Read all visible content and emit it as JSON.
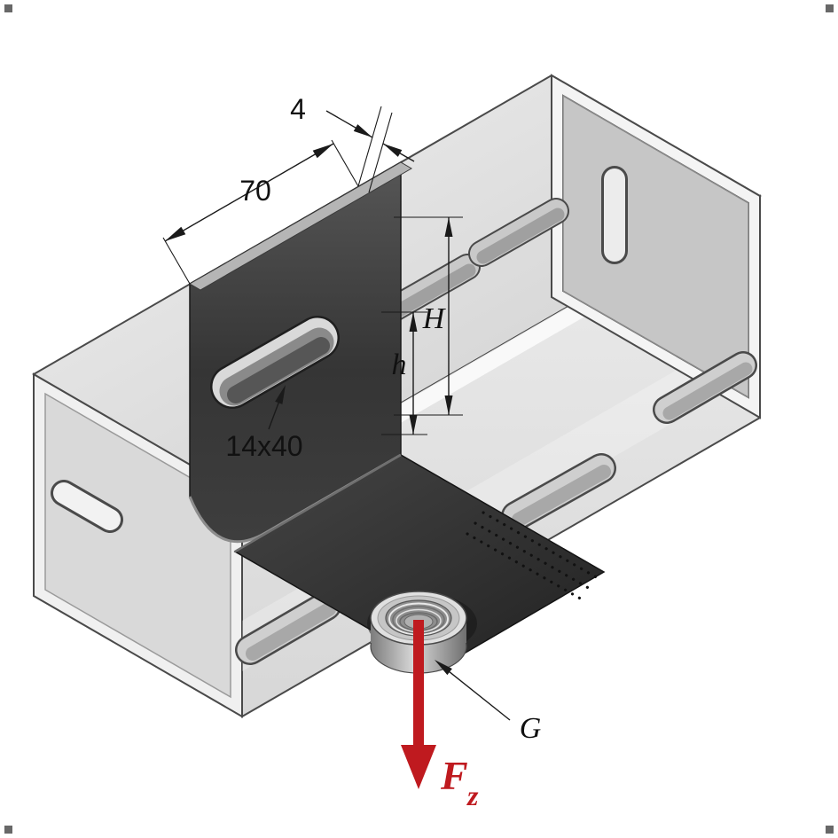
{
  "figure": {
    "type": "technical-drawing",
    "description": "Isometric CAD drawing: dark saddle mounting bracket with threaded bushing mounted on a slotted strut channel, with dimension annotations and a downward force arrow",
    "labels": {
      "plate_thickness": "4",
      "bracket_width": "70",
      "height_total": "H",
      "height_partial": "h",
      "slot_size": "14x40",
      "thread": "G",
      "force_symbol": "F",
      "force_subscript": "z"
    },
    "colors": {
      "force_arrow": "#bf1a1f",
      "bracket_dark": "#3a3a3a",
      "channel_light": "#e6e6e6",
      "line": "#1a1a1a",
      "background": "#ffffff"
    }
  }
}
